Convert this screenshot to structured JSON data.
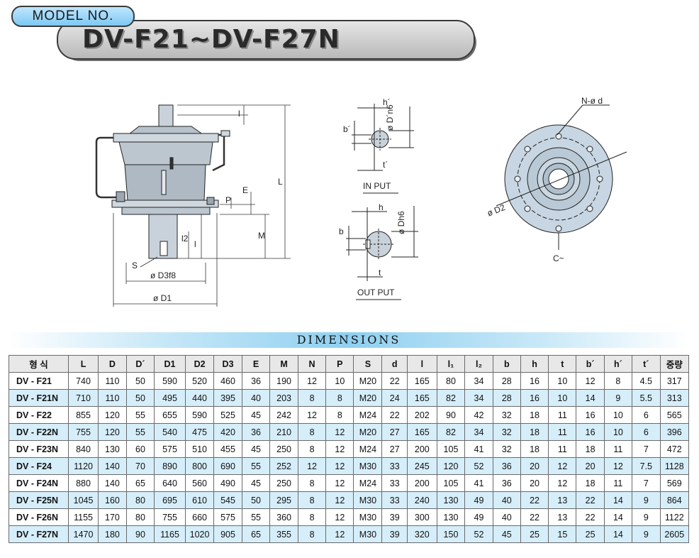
{
  "header": {
    "model_label": "MODEL NO.",
    "title": "DV-F21~DV-F27N"
  },
  "drawing_labels": {
    "L": "L",
    "l": "l",
    "P": "P",
    "E": "E",
    "M": "M",
    "l2": "l2",
    "l_small": "l",
    "S": "S",
    "D3": "ø D3f8",
    "D1": "ø D1",
    "h_prime": "h´",
    "b_prime": "b´",
    "d_prime": "ø D´n6",
    "t_prime": "t´",
    "input": "IN PUT",
    "h": "h",
    "b": "b",
    "dh": "ø Dh6",
    "t": "t",
    "output": "OUT PUT",
    "nd": "N-ø d",
    "d2": "ø D2",
    "c": "C~"
  },
  "dimensions_title": "DIMENSIONS",
  "table": {
    "headers": [
      "형 식",
      "L",
      "D",
      "D´",
      "D1",
      "D2",
      "D3",
      "E",
      "M",
      "N",
      "P",
      "S",
      "d",
      "l",
      "l₁",
      "l₂",
      "b",
      "h",
      "t",
      "b´",
      "h´",
      "t´",
      "중량"
    ],
    "rows": [
      [
        "DV - F21",
        "740",
        "110",
        "50",
        "590",
        "520",
        "460",
        "36",
        "190",
        "12",
        "10",
        "M20",
        "22",
        "165",
        "80",
        "34",
        "28",
        "16",
        "10",
        "12",
        "8",
        "4.5",
        "317"
      ],
      [
        "DV - F21N",
        "710",
        "110",
        "50",
        "495",
        "440",
        "395",
        "40",
        "203",
        "8",
        "8",
        "M20",
        "24",
        "165",
        "82",
        "34",
        "28",
        "16",
        "10",
        "14",
        "9",
        "5.5",
        "313"
      ],
      [
        "DV - F22",
        "855",
        "120",
        "55",
        "655",
        "590",
        "525",
        "45",
        "242",
        "12",
        "8",
        "M24",
        "22",
        "202",
        "90",
        "42",
        "32",
        "18",
        "11",
        "16",
        "10",
        "6",
        "565"
      ],
      [
        "DV - F22N",
        "755",
        "120",
        "55",
        "540",
        "475",
        "420",
        "36",
        "210",
        "8",
        "12",
        "M20",
        "27",
        "165",
        "82",
        "34",
        "32",
        "18",
        "11",
        "16",
        "10",
        "6",
        "396"
      ],
      [
        "DV - F23N",
        "840",
        "130",
        "60",
        "575",
        "510",
        "455",
        "45",
        "250",
        "8",
        "12",
        "M24",
        "27",
        "200",
        "105",
        "41",
        "32",
        "18",
        "11",
        "18",
        "11",
        "7",
        "472"
      ],
      [
        "DV - F24",
        "1120",
        "140",
        "70",
        "890",
        "800",
        "690",
        "55",
        "252",
        "12",
        "12",
        "M30",
        "33",
        "245",
        "120",
        "52",
        "36",
        "20",
        "12",
        "20",
        "12",
        "7.5",
        "1128"
      ],
      [
        "DV - F24N",
        "880",
        "140",
        "65",
        "640",
        "560",
        "490",
        "45",
        "250",
        "8",
        "12",
        "M24",
        "33",
        "200",
        "105",
        "41",
        "36",
        "20",
        "12",
        "18",
        "11",
        "7",
        "569"
      ],
      [
        "DV - F25N",
        "1045",
        "160",
        "80",
        "695",
        "610",
        "545",
        "50",
        "295",
        "8",
        "12",
        "M30",
        "33",
        "240",
        "130",
        "49",
        "40",
        "22",
        "13",
        "22",
        "14",
        "9",
        "864"
      ],
      [
        "DV - F26N",
        "1155",
        "170",
        "80",
        "755",
        "660",
        "575",
        "55",
        "360",
        "8",
        "12",
        "M30",
        "39",
        "300",
        "130",
        "49",
        "40",
        "22",
        "13",
        "22",
        "14",
        "9",
        "1122"
      ],
      [
        "DV - F27N",
        "1470",
        "180",
        "90",
        "1165",
        "1020",
        "905",
        "65",
        "355",
        "8",
        "12",
        "M30",
        "39",
        "320",
        "150",
        "52",
        "45",
        "25",
        "15",
        "25",
        "14",
        "9",
        "2605"
      ]
    ]
  }
}
